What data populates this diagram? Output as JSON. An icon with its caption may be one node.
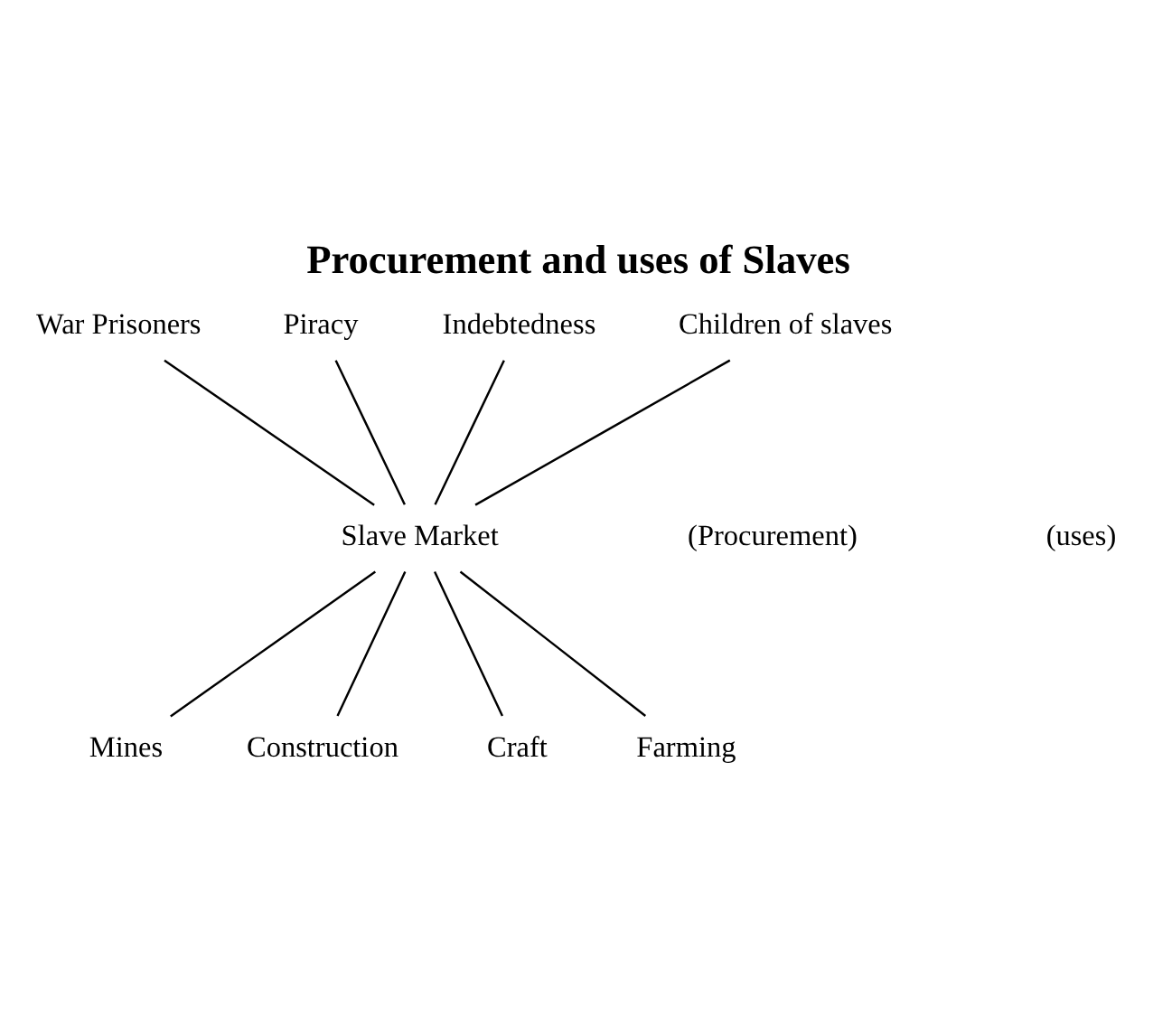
{
  "diagram": {
    "title": "Procurement and uses of Slaves",
    "nodes": [
      {
        "text": [
          "War Prisoners"
        ]
      },
      {
        "text": [
          "Piracy"
        ]
      },
      {
        "text": [
          "Indebtedness"
        ]
      },
      {
        "text": [
          "Children of slaves"
        ]
      },
      {
        "text": [
          "Slave Market"
        ]
      },
      {
        "text": [
          "Mines"
        ]
      },
      {
        "text": [
          "Construction"
        ]
      },
      {
        "text": [
          "Craft"
        ]
      },
      {
        "text": [
          "Farming"
        ]
      }
    ],
    "edges": [
      {
        "from": 0,
        "to": 4,
        "arrow": "none"
      },
      {
        "from": 1,
        "to": 4,
        "arrow": "none"
      },
      {
        "from": 2,
        "to": 4,
        "arrow": "none"
      },
      {
        "from": 3,
        "to": 4,
        "arrow": "none"
      },
      {
        "from": 4,
        "to": 5,
        "arrow": "none"
      },
      {
        "from": 4,
        "to": 6,
        "arrow": "none"
      },
      {
        "from": 4,
        "to": 7,
        "arrow": "none"
      },
      {
        "from": 4,
        "to": 8,
        "arrow": "none"
      }
    ],
    "labels": [
      "(Procurement)",
      "(uses)"
    ]
  }
}
